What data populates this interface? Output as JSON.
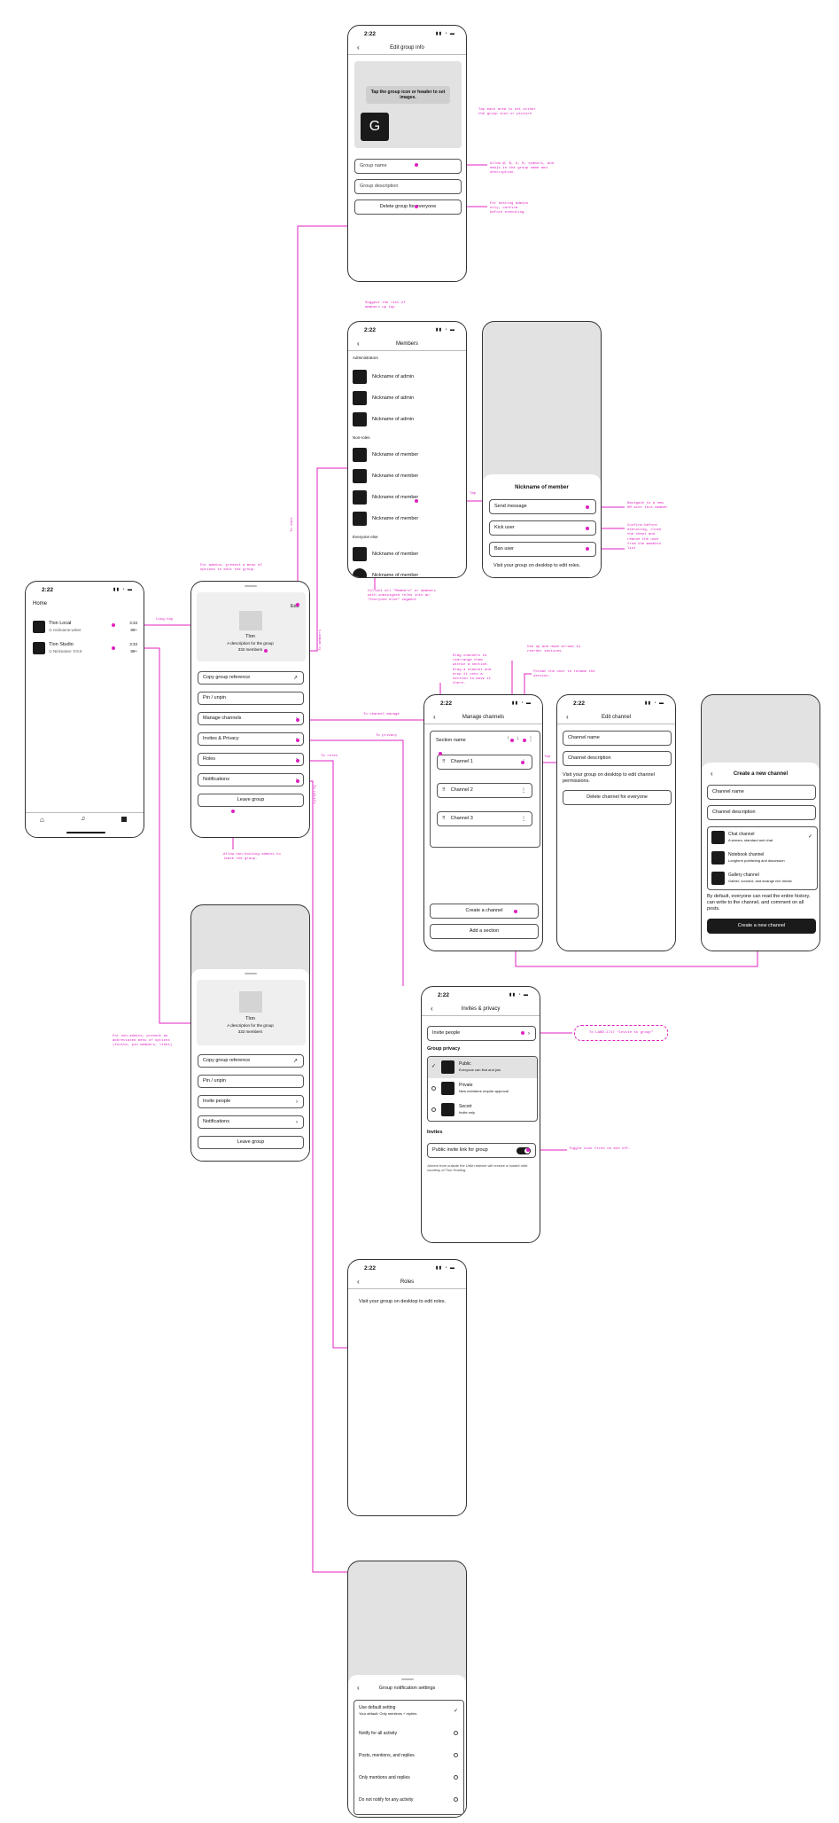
{
  "time": "2:22",
  "home": {
    "title": "Home",
    "items": [
      {
        "name": "Tlon Local",
        "sub": "⊙ nickname.writer",
        "time": "3:33",
        "badge": "99+"
      },
      {
        "name": "Tlon Studio",
        "sub": "⊙ Nickname: 0:5:6",
        "time": "3:33",
        "badge": "99+"
      }
    ]
  },
  "group_sheet": {
    "edit": "Edit",
    "name": "Tlon",
    "desc": "A description for the group",
    "members": "332 members",
    "items": [
      "Copy group reference",
      "Pin / unpin",
      "Manage channels",
      "Invites & Privacy",
      "Roles",
      "Notifications",
      "Leave group"
    ]
  },
  "group_sheet_member": {
    "name": "Tlon",
    "desc": "A description for the group",
    "members": "332 members",
    "items": [
      "Copy group reference",
      "Pin / unpin",
      "Invite people",
      "Notifications",
      "Leave group"
    ]
  },
  "edit_info": {
    "title": "Edit group info",
    "hint": "Tap the group icon or header to set images.",
    "icon_letter": "G",
    "name_ph": "Group name",
    "desc_ph": "Group description",
    "delete": "Delete group for everyone"
  },
  "members": {
    "title": "Members",
    "sections": [
      "Administrators",
      "Non-roles",
      "Everyone else"
    ],
    "admin": "Nickname of admin",
    "member": "Nickname of member"
  },
  "member_sheet": {
    "title": "Nickname of member",
    "items": [
      "Send message",
      "Kick user",
      "Ban user"
    ],
    "note": "Visit your group on desktop to edit roles."
  },
  "manage": {
    "title": "Manage channels",
    "section": "Section name",
    "channels": [
      "Channel 1",
      "Channel 2",
      "Channel 3"
    ],
    "create": "Create a channel",
    "add_section": "Add a section"
  },
  "edit_channel": {
    "title": "Edit channel",
    "name_ph": "Channel name",
    "desc_ph": "Channel description",
    "note": "Visit your group on desktop to edit channel permissions.",
    "delete": "Delete channel for everyone"
  },
  "create_channel": {
    "title": "Create a new channel",
    "name_ph": "Channel name",
    "desc_ph": "Channel description",
    "types": [
      {
        "name": "Chat channel",
        "sub": "A stream, standard and chat"
      },
      {
        "name": "Notebook channel",
        "sub": "Longform publishing and discussion"
      },
      {
        "name": "Gallery channel",
        "sub": "Gather, connect, and arrange rich media"
      }
    ],
    "note": "By default, everyone can read the entire history, can write to the channel, and comment on all posts.",
    "button": "Create a new channel"
  },
  "invites": {
    "title": "Invites & privacy",
    "invite": "Invite people",
    "privacy_h": "Group privacy",
    "options": [
      {
        "name": "Public",
        "sub": "Everyone can find and join"
      },
      {
        "name": "Private",
        "sub": "New members require approval"
      },
      {
        "name": "Secret",
        "sub": "Invite only"
      }
    ],
    "invites_h": "Invites",
    "link": "Public invite link for group",
    "footer": "Joiners from outside the Urbit network will receive a hosted urbit courtesy of Tlon Hosting."
  },
  "roles": {
    "title": "Roles",
    "note": "Visit your group on desktop to edit roles."
  },
  "notif": {
    "title": "Group notification settings",
    "default": "Use default setting",
    "default_sub": "Your default: Only mentions + replies",
    "options": [
      "Notify for all activity",
      "Posts, mentions, and replies",
      "Only mentions and replies",
      "Do not notify for any activity"
    ]
  },
  "annotations": {
    "a1": "Tap each area to set either\nthe group icon or picture",
    "a2": "Allow @, $, #, %, symbols, and\nemoji in the group name and\ndescription.",
    "a3": "For hosting admins\nonly, confirm\nbefore executing.",
    "a4": "Suggest the list of\nmembers up top",
    "a5": "Navigate to a new\nDM with this member",
    "a6": "Confirm before\nexecuting, close\nthe sheet and\nremove the user\nfrom the members\nlist",
    "a7": "Collect all \"Members\" or members\nwith unassigned roles into an\n\"Everyone else\" segment",
    "a8": "For admins, present a menu of\noptions to edit the group.",
    "a9": "Drag channels to\nrearrange them\nwithin a section.\nDrag a channel and\ndrop it onto a\nsection to move it\nthere.",
    "a10": "Use up and down arrows to\nreorder sections.",
    "a11": "Format the user to rename the\nsection.",
    "a12": "Allow non-hosting admins to\nleave the group.",
    "a13": "For non-admins, present an\nabbreviated menu of options\n(Invite, pin members, links)",
    "a14": "Toggle icon fires on and off.",
    "invite_target": "To LAND-1717 \"Invite to group\"",
    "l_longpress": "Long-tap",
    "l_edit": "To edit",
    "l_members": "To members",
    "l_manage": "To channel manage",
    "l_privacy": "To privacy",
    "l_roles": "To roles",
    "l_notif": "To notifs",
    "l_tap": "Tap",
    "l_tap2": "Tap"
  },
  "colors": {
    "accent": "#e020c0",
    "dark": "#1a1a1a",
    "sheet_bg": "#e2e2e2"
  }
}
